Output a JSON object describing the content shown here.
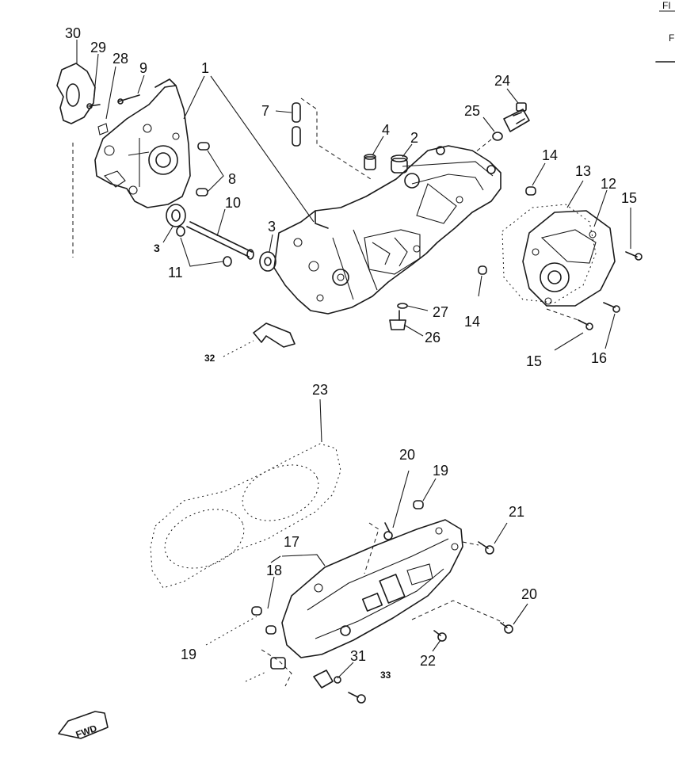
{
  "corner_marks": [
    "FI",
    "F"
  ],
  "fwd_badge": "FWD",
  "callouts": [
    {
      "id": "c30",
      "text": "30"
    },
    {
      "id": "c29",
      "text": "29"
    },
    {
      "id": "c28",
      "text": "28"
    },
    {
      "id": "c9",
      "text": "9"
    },
    {
      "id": "c1",
      "text": "1"
    },
    {
      "id": "c7",
      "text": "7"
    },
    {
      "id": "c4",
      "text": "4"
    },
    {
      "id": "c2",
      "text": "2"
    },
    {
      "id": "c25",
      "text": "25"
    },
    {
      "id": "c24",
      "text": "24"
    },
    {
      "id": "c8",
      "text": "8"
    },
    {
      "id": "c10",
      "text": "10"
    },
    {
      "id": "c3a",
      "text": "3"
    },
    {
      "id": "c3b",
      "text": "3"
    },
    {
      "id": "c11",
      "text": "11"
    },
    {
      "id": "c14a",
      "text": "14"
    },
    {
      "id": "c13",
      "text": "13"
    },
    {
      "id": "c12",
      "text": "12"
    },
    {
      "id": "c15a",
      "text": "15"
    },
    {
      "id": "c27",
      "text": "27"
    },
    {
      "id": "c26",
      "text": "26"
    },
    {
      "id": "c14b",
      "text": "14"
    },
    {
      "id": "c15b",
      "text": "15"
    },
    {
      "id": "c16",
      "text": "16"
    },
    {
      "id": "c32",
      "text": "32"
    },
    {
      "id": "c23",
      "text": "23"
    },
    {
      "id": "c20a",
      "text": "20"
    },
    {
      "id": "c19a",
      "text": "19"
    },
    {
      "id": "c21",
      "text": "21"
    },
    {
      "id": "c17",
      "text": "17"
    },
    {
      "id": "c18",
      "text": "18"
    },
    {
      "id": "c20b",
      "text": "20"
    },
    {
      "id": "c19b",
      "text": "19"
    },
    {
      "id": "c31",
      "text": "31"
    },
    {
      "id": "c22",
      "text": "22"
    },
    {
      "id": "c33",
      "text": "33"
    }
  ]
}
